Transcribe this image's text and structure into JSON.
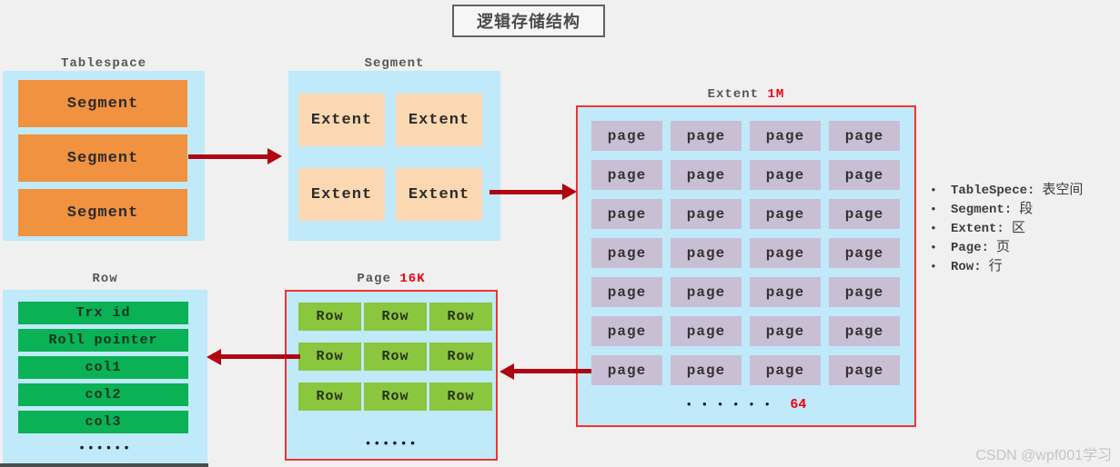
{
  "title": "逻辑存储结构",
  "labels": {
    "tablespace": "Tablespace",
    "segment": "Segment",
    "extent": "Extent",
    "extent_size": "1M",
    "page": "Page",
    "page_size": "16K",
    "row": "Row"
  },
  "tablespace": {
    "segments": [
      "Segment",
      "Segment",
      "Segment"
    ]
  },
  "segment": {
    "extents": [
      "Extent",
      "Extent",
      "Extent",
      "Extent"
    ]
  },
  "extent": {
    "cell_label": "page",
    "rows": 7,
    "cols": 4,
    "ellipsis_dots": "••••••",
    "more_count": "64"
  },
  "page": {
    "cell_label": "Row",
    "rows": 3,
    "cols": 3,
    "ellipsis": "••••••"
  },
  "row": {
    "fields": [
      "Trx id",
      "Roll pointer",
      "col1",
      "col2",
      "col3"
    ],
    "ellipsis": "••••••"
  },
  "legend": [
    {
      "term": "TableSpece:",
      "definition": "表空间"
    },
    {
      "term": "Segment:",
      "definition": "段"
    },
    {
      "term": "Extent:",
      "definition": "区"
    },
    {
      "term": "Page:",
      "definition": "页"
    },
    {
      "term": "Row:",
      "definition": "行"
    }
  ],
  "bullet_icon": "•",
  "watermark": "CSDN @wpf001学习",
  "colors": {
    "container_blue": "#c0e9fa",
    "segment_orange": "#f0923f",
    "extent_peach": "#fbd8b2",
    "page_lavender": "#c9bfd4",
    "row_yellowgreen": "#8ac63e",
    "field_green": "#0ab155",
    "arrow_red": "#b00410",
    "border_red": "#f43232",
    "accent_red": "#ee0211"
  }
}
